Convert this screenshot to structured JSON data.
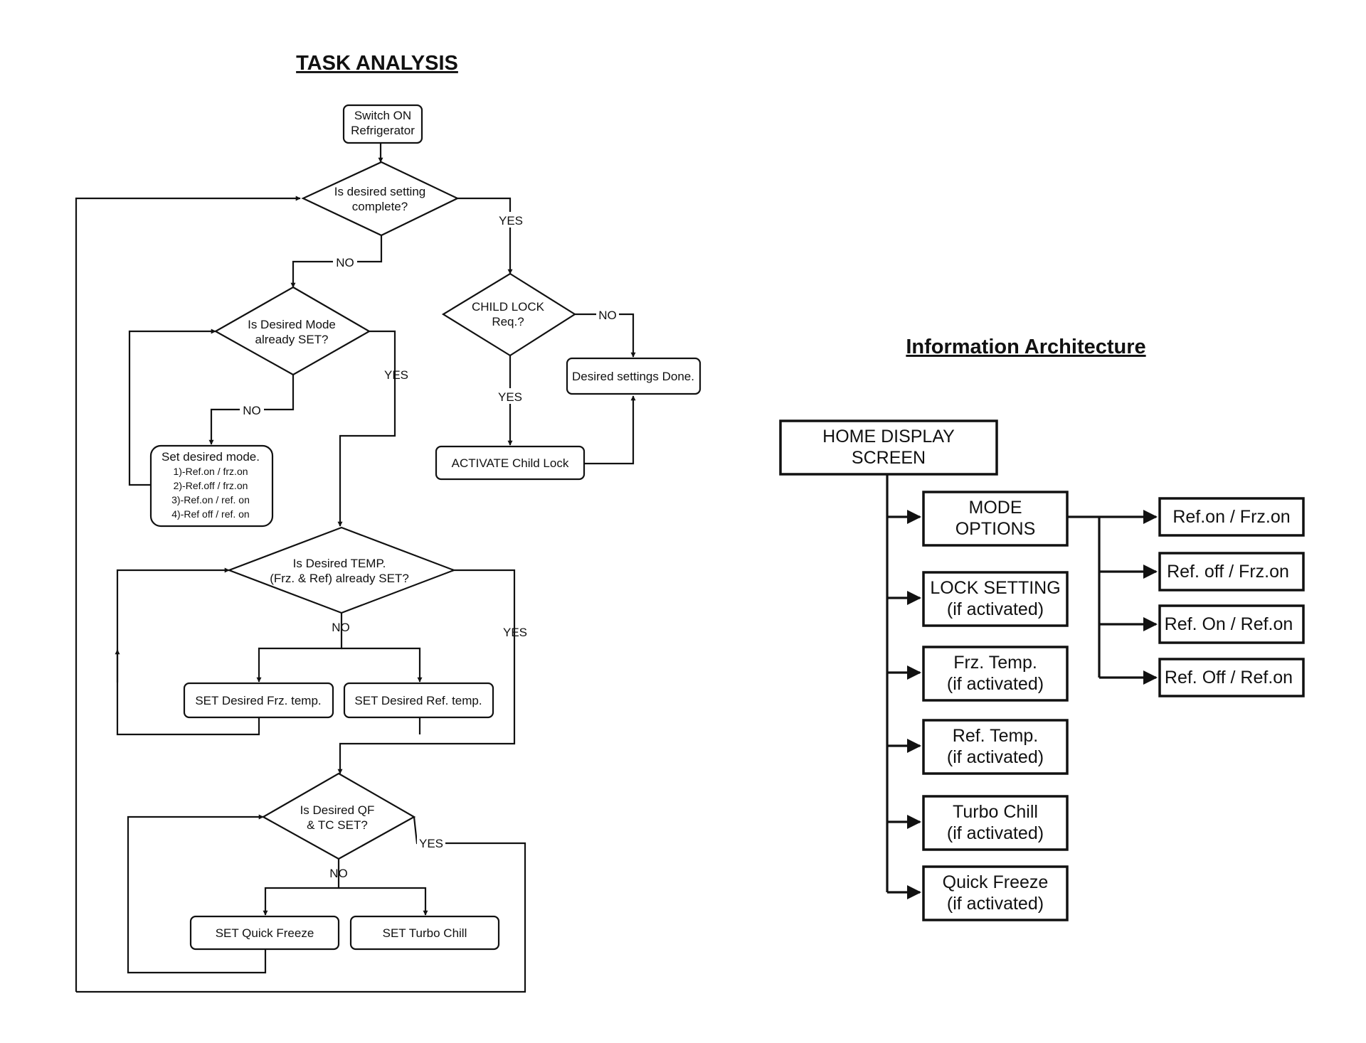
{
  "task_analysis": {
    "title": "TASK  ANALYSIS",
    "start": [
      "Switch ON",
      "Refrigerator"
    ],
    "q_setting_complete": [
      "Is desired setting",
      "complete?"
    ],
    "q_child_lock": [
      "CHILD LOCK",
      "Req.?"
    ],
    "done": "Desired settings Done.",
    "activate_child_lock": "ACTIVATE Child Lock",
    "q_mode_set": [
      "Is Desired Mode",
      "already SET?"
    ],
    "set_mode": {
      "heading": "Set desired mode.",
      "options": [
        "1)-Ref.on / frz.on",
        "2)-Ref.off / frz.on",
        "3)-Ref.on / ref. on",
        "4)-Ref off / ref. on"
      ]
    },
    "q_temp_set": [
      "Is Desired TEMP.",
      "(Frz. & Ref) already SET?"
    ],
    "set_frz_temp": "SET Desired Frz. temp.",
    "set_ref_temp": "SET Desired Ref. temp.",
    "q_qf_tc_set": [
      "Is Desired QF",
      "& TC SET?"
    ],
    "set_quick_freeze": "SET Quick Freeze",
    "set_turbo_chill": "SET Turbo Chill",
    "labels": {
      "yes": "YES",
      "no": "NO"
    }
  },
  "information_architecture": {
    "title": "Information Architecture",
    "root": [
      "HOME DISPLAY",
      "SCREEN"
    ],
    "children": [
      [
        "MODE",
        "OPTIONS"
      ],
      [
        "LOCK SETTING",
        "(if activated)"
      ],
      [
        "Frz. Temp.",
        "(if activated)"
      ],
      [
        "Ref. Temp.",
        "(if activated)"
      ],
      [
        "Turbo Chill",
        "(if activated)"
      ],
      [
        "Quick Freeze",
        "(if activated)"
      ]
    ],
    "mode_options": [
      "Ref.on / Frz.on",
      "Ref. off / Frz.on",
      "Ref. On / Ref.on",
      "Ref. Off / Ref.on"
    ]
  }
}
